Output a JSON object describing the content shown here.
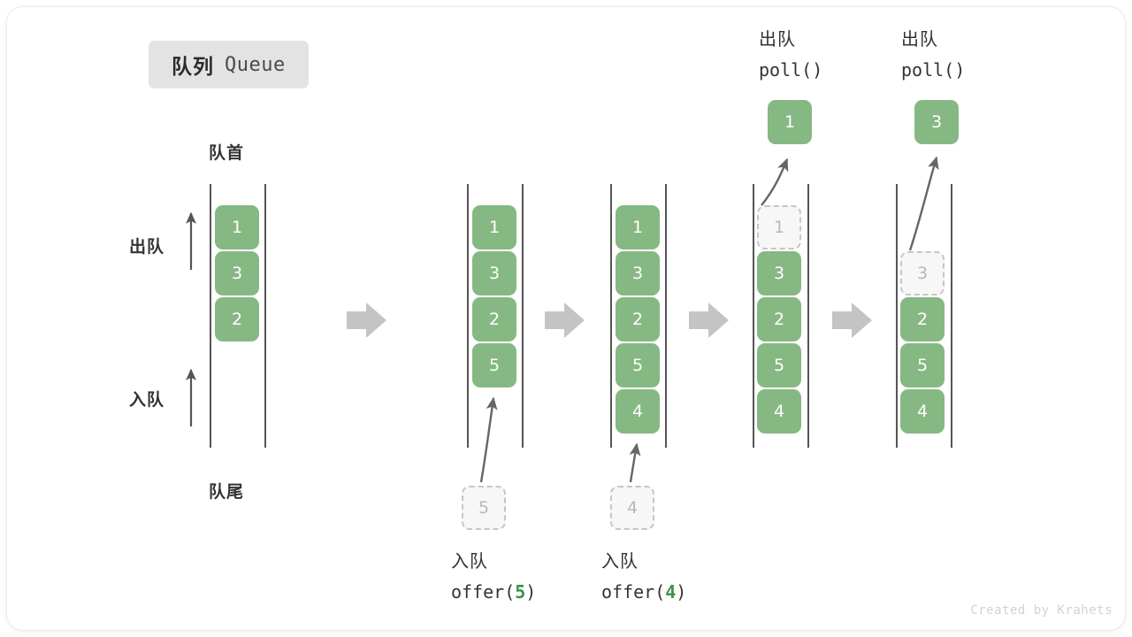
{
  "title": {
    "cn": "队列",
    "en": "Queue"
  },
  "labels": {
    "front": "队首",
    "rear": "队尾",
    "dequeue_side": "出队",
    "enqueue_side": "入队"
  },
  "colors": {
    "element": "#86b884",
    "ghost_fill": "#f7f7f7",
    "ghost_border": "#c6c6c6",
    "arrow": "#b8b8b8",
    "rail": "#555555",
    "badge": "#e3e3e3",
    "code_accent": "#3f8f4e",
    "text": "#333333"
  },
  "credit": "Created by Krahets",
  "steps": [
    {
      "id": "initial",
      "queue": [
        "1",
        "3",
        "2"
      ],
      "ghost": null,
      "ghost_position": null,
      "popped": null,
      "op_cn": null,
      "op_code": null,
      "op_code_prefix": null,
      "op_code_num": null,
      "op_code_suffix": null
    },
    {
      "id": "offer-5",
      "queue": [
        "1",
        "3",
        "2",
        "5"
      ],
      "ghost": "5",
      "ghost_position": "below",
      "popped": null,
      "op_cn": "入队",
      "op_code_prefix": "offer(",
      "op_code_num": "5",
      "op_code_suffix": ")"
    },
    {
      "id": "offer-4",
      "queue": [
        "1",
        "3",
        "2",
        "5",
        "4"
      ],
      "ghost": "4",
      "ghost_position": "below",
      "popped": null,
      "op_cn": "入队",
      "op_code_prefix": "offer(",
      "op_code_num": "4",
      "op_code_suffix": ")"
    },
    {
      "id": "poll-1",
      "queue": [
        "3",
        "2",
        "5",
        "4"
      ],
      "ghost": "1",
      "ghost_position": "inside-top",
      "popped": "1",
      "op_cn": "出队",
      "op_code_prefix": "poll(",
      "op_code_num": "",
      "op_code_suffix": ")"
    },
    {
      "id": "poll-3",
      "queue": [
        "2",
        "5",
        "4"
      ],
      "ghost": "3",
      "ghost_position": "inside-top",
      "popped": "3",
      "op_cn": "出队",
      "op_code_prefix": "poll(",
      "op_code_num": "",
      "op_code_suffix": ")"
    }
  ],
  "flow_arrows": 4
}
